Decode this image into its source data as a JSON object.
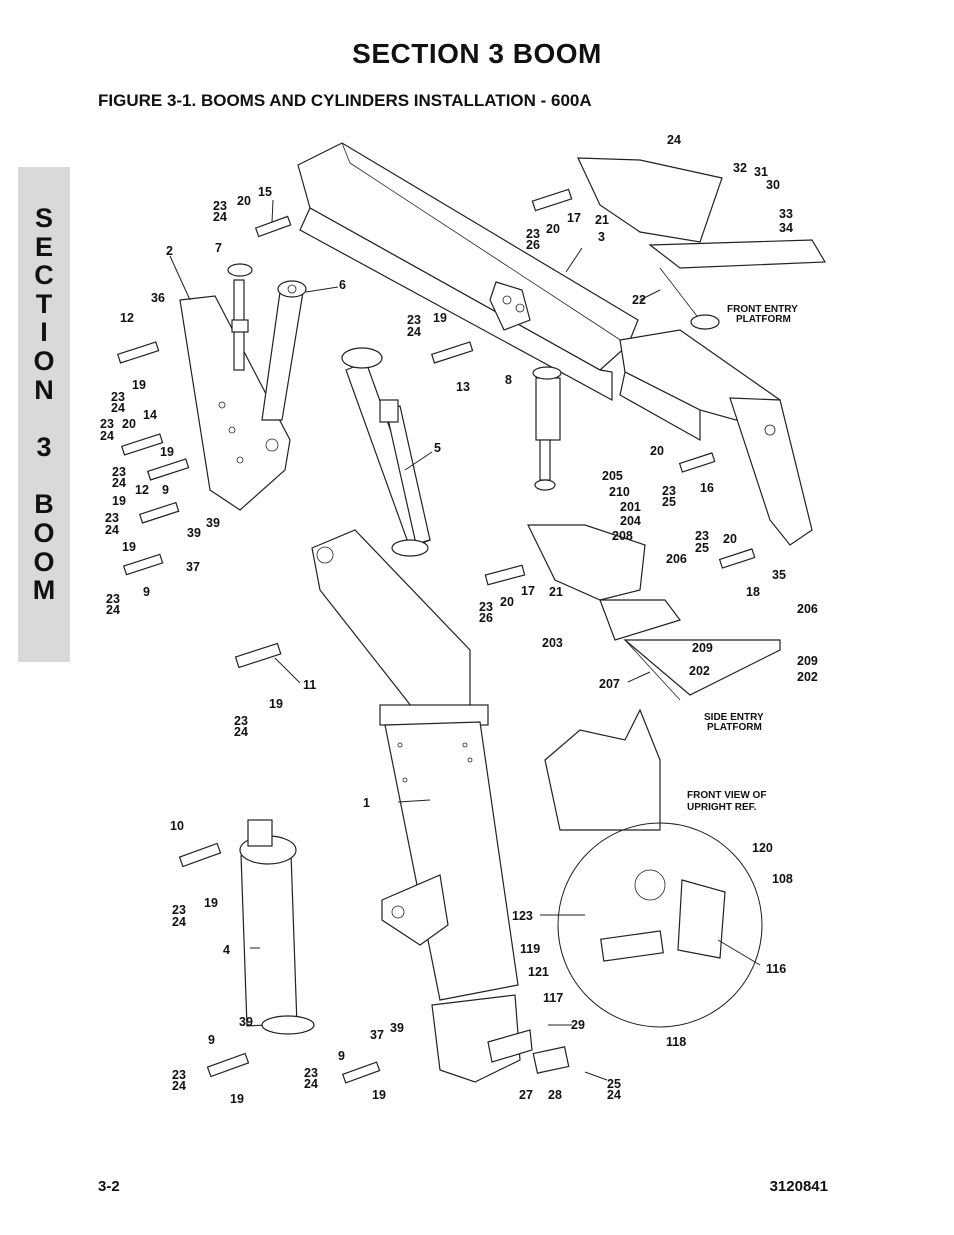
{
  "header": {
    "section_title": "SECTION 3   BOOM",
    "figure_title": "FIGURE 3-1.    BOOMS AND CYLINDERS INSTALLATION - 600A"
  },
  "side_tab": {
    "letters": [
      "S",
      "E",
      "C",
      "T",
      "I",
      "O",
      "N",
      "3",
      "B",
      "O",
      "O",
      "M"
    ]
  },
  "diagram": {
    "callouts": {
      "c24_top": "24",
      "c32": "32",
      "c31": "31",
      "c30": "30",
      "c33": "33",
      "c34": "34",
      "c17a": "17",
      "c21a": "21",
      "c20a": "20",
      "c23a": "23",
      "c26a": "26",
      "c3": "3",
      "c22": "22",
      "c23b": "23",
      "c24b": "24",
      "c20b": "20",
      "c15": "15",
      "c2": "2",
      "c7": "7",
      "c6": "6",
      "c36": "36",
      "c12a": "12",
      "c19a": "19",
      "c23c": "23",
      "c24c": "24",
      "c14": "14",
      "c23d": "23",
      "c24d": "24",
      "c20c": "20",
      "c19b": "19",
      "c23e": "23",
      "c24e": "24",
      "c12b": "12",
      "c9a": "9",
      "c19c": "19",
      "c23f": "23",
      "c24f": "24",
      "c39a": "39",
      "c39b": "39",
      "c19d": "19",
      "c37a": "37",
      "c9b": "9",
      "c23g": "23",
      "c24g": "24",
      "c23h": "23",
      "c24h": "24",
      "c19e": "19",
      "c13": "13",
      "c8": "8",
      "c5": "5",
      "c20d": "20",
      "c23i": "23",
      "c25a": "25",
      "c16": "16",
      "c205": "205",
      "c210": "210",
      "c201": "201",
      "c204": "204",
      "c208": "208",
      "c23j": "23",
      "c25b": "25",
      "c20e": "20",
      "c35": "35",
      "c18": "18",
      "c206a": "206",
      "c206b": "206",
      "c17b": "17",
      "c21b": "21",
      "c20f": "20",
      "c23k": "23",
      "c26b": "26",
      "c203": "203",
      "c209a": "209",
      "c202a": "202",
      "c209b": "209",
      "c202b": "202",
      "c207": "207",
      "c11": "11",
      "c19f": "19",
      "c23l": "23",
      "c24i": "24",
      "c1": "1",
      "c10": "10",
      "c19g": "19",
      "c23m": "23",
      "c24j": "24",
      "c4": "4",
      "c120": "120",
      "c108": "108",
      "c123": "123",
      "c119": "119",
      "c121": "121",
      "c117": "117",
      "c116": "116",
      "c118": "118",
      "c39c": "39",
      "c9c": "9",
      "c23n": "23",
      "c24k": "24",
      "c19h": "19",
      "c37b": "37",
      "c39d": "39",
      "c9d": "9",
      "c23o": "23",
      "c24l": "24",
      "c19i": "19",
      "c29": "29",
      "c27": "27",
      "c28": "28",
      "c25c": "25",
      "c24m": "24"
    },
    "notes": {
      "front_entry_1": "FRONT ENTRY",
      "front_entry_2": "PLATFORM",
      "side_entry_1": "SIDE ENTRY",
      "side_entry_2": "PLATFORM",
      "front_view_1": "FRONT VIEW OF",
      "front_view_2": "UPRIGHT REF."
    }
  },
  "footer": {
    "page_number": "3-2",
    "document_number": "3120841"
  }
}
